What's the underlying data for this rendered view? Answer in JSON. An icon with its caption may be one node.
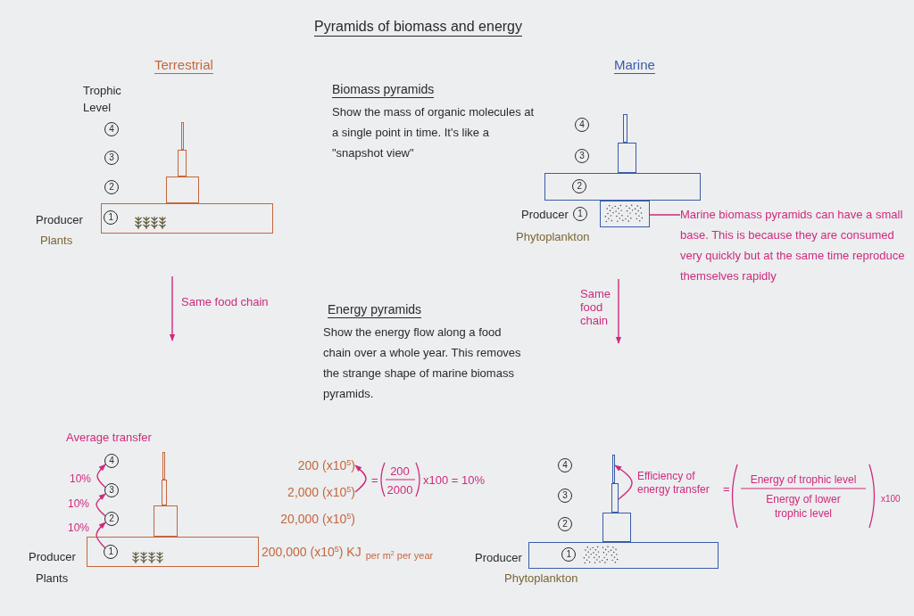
{
  "diagram": {
    "title": "Pyramids of biomass and energy",
    "nodes": [
      {
        "text": [
          "4"
        ]
      },
      {
        "text": [],
        "shape": "bar"
      },
      {
        "text": [
          "3"
        ]
      },
      {
        "text": [],
        "shape": "bar"
      },
      {
        "text": [
          "2"
        ]
      },
      {
        "text": [],
        "shape": "bar"
      },
      {
        "text": [],
        "shape": "bar"
      },
      {
        "text": [
          "1"
        ],
        "in": 6
      },
      {
        "text": [
          "4"
        ]
      },
      {
        "text": [],
        "shape": "bar"
      },
      {
        "text": [
          "3"
        ]
      },
      {
        "text": [],
        "shape": "bar"
      },
      {
        "text": [],
        "shape": "bar"
      },
      {
        "text": [
          "2"
        ],
        "in": 12
      },
      {
        "text": [
          "1"
        ]
      },
      {
        "text": [],
        "shape": "bar"
      },
      {
        "text": [
          "Marine biomass pyramids can have a small base. This is because they are consumed very quickly but at the same time reproduce themselves rapidly"
        ]
      },
      {
        "text": [
          "4"
        ]
      },
      {
        "text": [],
        "shape": "bar"
      },
      {
        "text": [
          "200 (x10$^{5}$)"
        ]
      },
      {
        "text": [
          "3"
        ]
      },
      {
        "text": [],
        "shape": "bar"
      },
      {
        "text": [
          "2,000 (x10$^{5}$)"
        ]
      },
      {
        "text": [
          "2"
        ]
      },
      {
        "text": [],
        "shape": "bar"
      },
      {
        "text": [],
        "shape": "bar"
      },
      {
        "text": [
          "1"
        ],
        "in": 25
      },
      {
        "text": [
          "4"
        ]
      },
      {
        "text": [],
        "shape": "bar"
      },
      {
        "text": [
          "3"
        ]
      },
      {
        "text": [],
        "shape": "bar"
      },
      {
        "text": [
          "2"
        ]
      },
      {
        "text": [],
        "shape": "bar"
      },
      {
        "text": [],
        "shape": "bar"
      },
      {
        "text": [
          "1"
        ],
        "in": 33
      }
    ],
    "edges": [
      {
        "from": 16,
        "to": 15,
        "arrow": "none"
      },
      {
        "from": 26,
        "to": 23,
        "arrow": "to",
        "label": "10%"
      },
      {
        "from": 23,
        "to": 20,
        "arrow": "to",
        "label": "10%"
      },
      {
        "from": 20,
        "to": 17,
        "arrow": "to",
        "label": "10%"
      },
      {
        "from": 22,
        "to": 19,
        "arrow": "to"
      },
      {
        "from": 30,
        "to": 28,
        "arrow": "to"
      }
    ],
    "labels": [
      "Terrestrial",
      "Marine",
      "Trophic Level",
      "Biomass pyramids",
      "Show the mass of organic molecules at a single point in time. It's like a \"snapshot view\"",
      "Producer",
      "Plants",
      "Producer",
      "Phytoplankton",
      "Same food chain",
      "Energy pyramids",
      "Same food chain",
      "Show the energy flow along a food chain over a whole year. This removes the strange shape of marine biomass pyramids.",
      "Average transfer",
      "=",
      "200",
      "2000",
      "x100 = 10%",
      "20,000 (x10$^{5}$)",
      "Efficiency of energy transfer",
      "=",
      "Energy of trophic level",
      "Energy of lower trophic level",
      "x100",
      "Producer",
      "200,000 (x10$^{5}$) KJ",
      "per m$^{2}$ per year",
      "Plants",
      "Producer",
      "Phytoplankton"
    ]
  }
}
